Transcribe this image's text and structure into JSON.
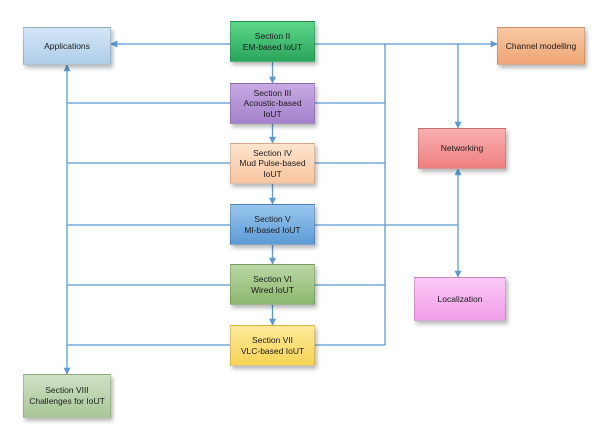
{
  "diagram": {
    "nodes": {
      "applications": "Applications",
      "section2": "Section II\nEM-based IoUT",
      "channel_modelling": "Channel modelling",
      "section3": "Section III\nAcoustic-based\nIoUT",
      "networking": "Networking",
      "section4": "Section IV\nMud Pulse-based\nIoUT",
      "section5": "Section V\nMI-based IoUT",
      "section6": "Section VI\nWired IoUT",
      "localization": "Localization",
      "section7": "Section VII\nVLC-based IoUT",
      "section8": "Section VIII\nChallenges for IoUT"
    },
    "colors": {
      "connector": "#5b9bd5",
      "applications": "#bdd7ee",
      "section2": "#3cbf6f",
      "channel_modelling": "#f4b183",
      "section3": "#b4a7d6",
      "networking": "#f4a0a0",
      "section4": "#fbd5b5",
      "section5": "#7fb2e5",
      "section6": "#a9c98d",
      "localization": "#f5b3ef",
      "section7": "#fbe07a",
      "section8": "#b8d1a8"
    }
  }
}
